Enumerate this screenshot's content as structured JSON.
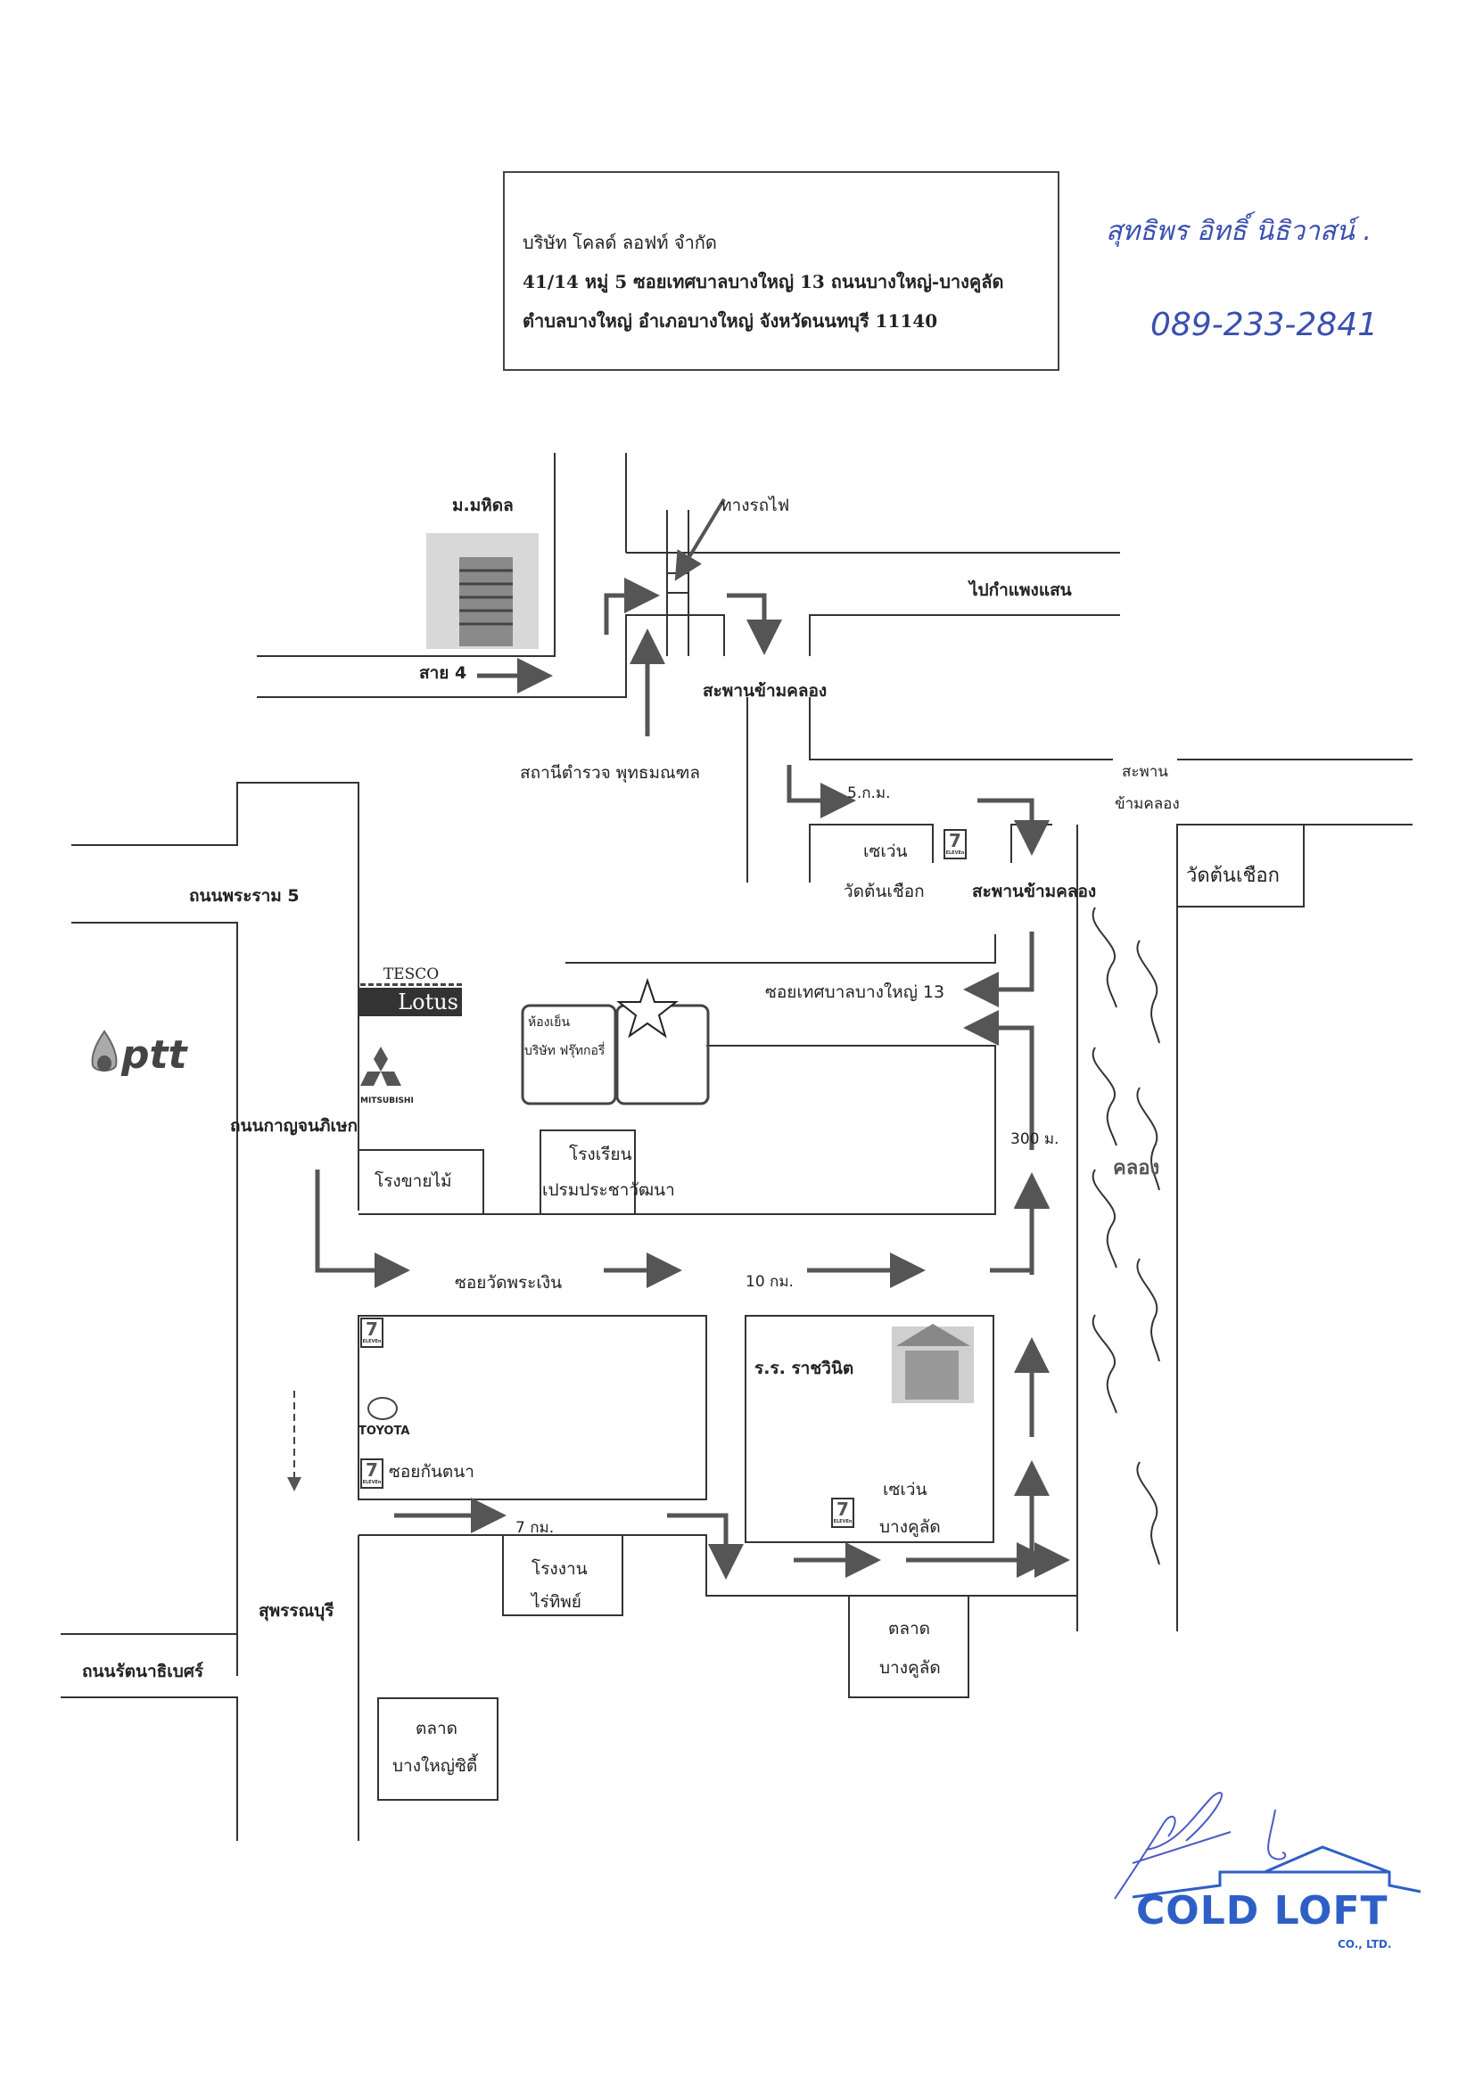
{
  "header": {
    "company": "บริษัท โคลด์ ลอฟท์ จำกัด",
    "address_line1": "41/14 หมู่ 5 ซอยเทศบาลบางใหญ่ 13 ถนนบางใหญ่-บางคูลัด",
    "address_line2": "ตำบลบางใหญ่ อำเภอบางใหญ่ จังหวัดนนทบุรี  11140"
  },
  "handwritten": {
    "name": "สุทธิพร อิทธิ์ นิธิวาสน์ .",
    "phone": "089-233-2841"
  },
  "map": {
    "labels": {
      "mahidol": "ม.มหิดล",
      "railway": "ทางรถไฟ",
      "to_kamphaeng_saen": "ไปกำแพงแสน",
      "sai4": "สาย 4",
      "bridge_1": "สะพานข้ามคลอง",
      "police": "สถานีตำรวจ พุทธมณฑล",
      "km5": "5.ก.ม.",
      "bridge_2_line1": "สะพาน",
      "bridge_2_line2": "ข้ามคลอง",
      "seven_wat_ton_chueak_line1": "เซเว่น",
      "seven_wat_ton_chueak_line2": "วัดต้นเชือก",
      "bridge_3": "สะพานข้ามคลอง",
      "wat_ton_chueak": "วัดต้นเชือก",
      "rama5": "ถนนพระราม 5",
      "soi13": "ซอยเทศบาลบางใหญ่ 13",
      "cold_room_line1": "ห้องเย็น",
      "cold_room_line2": "บริษัท ฟรุ๊ทกอรี่",
      "kanchanaphisek": "ถนนกาญจนภิเษก",
      "m300": "300 ม.",
      "canal": "คลอง",
      "sawmill": "โรงขายไม้",
      "school_line1": "โรงเรียน",
      "school_line2": "เปรมประชาวัฒนา",
      "soi_wat_phra_ngoen": "ซอยวัดพระเงิน",
      "km10": "10 กม.",
      "rachawinit": "ร.ร. ราชวินิต",
      "soi_kan_tana": "ซอยกันตนา",
      "seven_bang_khu_lat_line1": "เซเว่น",
      "seven_bang_khu_lat_line2": "บางคูลัด",
      "km7": "7 กม.",
      "factory_line1": "โรงงาน",
      "factory_line2": "ไร่ทิพย์",
      "suphanburi": "สุพรรณบุรี",
      "rattanathibet": "ถนนรัตนาธิเบศร์",
      "market_bk_line1": "ตลาด",
      "market_bk_line2": "บางคูลัด",
      "market_by_line1": "ตลาด",
      "market_by_line2": "บางใหญ่ซิตี้"
    },
    "logos": {
      "tesco": "TESCO",
      "lotus": "Lotus",
      "mitsubishi": "MITSUBISHI",
      "ptt": "ptt",
      "toyota": "TOYOTA",
      "seven_eleven": "7",
      "seven_eleven_sub": "ELEVEn"
    }
  },
  "stamp": {
    "company": "COLD LOFT",
    "suffix": "CO., LTD.",
    "color": "#2e5fc6"
  }
}
